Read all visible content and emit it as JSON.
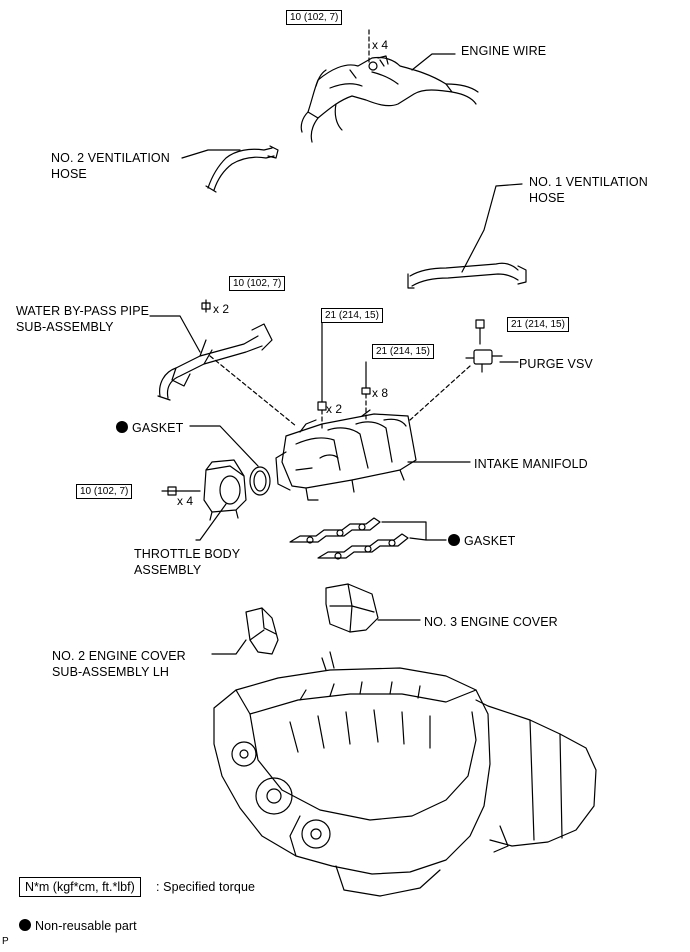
{
  "torque_labels": {
    "engine_wire_nut": "10 (102, 7)",
    "water_pipe_bolt": "10 (102, 7)",
    "manifold_nut": "21 (214, 15)",
    "manifold_bolt": "21 (214, 15)",
    "purge_vsv_bolt": "21 (214, 15)",
    "throttle_bolt": "10 (102, 7)"
  },
  "quantities": {
    "engine_wire_nut": "x 4",
    "water_pipe_bolt": "x 2",
    "manifold_nut": "x 2",
    "manifold_bolt": "x 8",
    "throttle_bolt": "x 4"
  },
  "parts": {
    "engine_wire": "ENGINE WIRE",
    "no2_ventilation_hose_l1": "NO. 2 VENTILATION",
    "no2_ventilation_hose_l2": "HOSE",
    "no1_ventilation_hose_l1": "NO. 1 VENTILATION",
    "no1_ventilation_hose_l2": "HOSE",
    "water_bypass_pipe_l1": "WATER BY-PASS PIPE",
    "water_bypass_pipe_l2": "SUB-ASSEMBLY",
    "purge_vsv": "PURGE VSV",
    "gasket_throttle": "GASKET",
    "intake_manifold": "INTAKE MANIFOLD",
    "gasket_manifold": "GASKET",
    "throttle_body_l1": "THROTTLE BODY",
    "throttle_body_l2": "ASSEMBLY",
    "no3_engine_cover": "NO. 3 ENGINE COVER",
    "no2_engine_cover_l1": "NO. 2 ENGINE COVER",
    "no2_engine_cover_l2": "SUB-ASSEMBLY LH"
  },
  "legend": {
    "torque_unit": "N*m (kgf*cm, ft.*lbf)",
    "torque_desc": ": Specified torque",
    "nonreusable": "Non-reusable part"
  },
  "corner_mark": "P"
}
